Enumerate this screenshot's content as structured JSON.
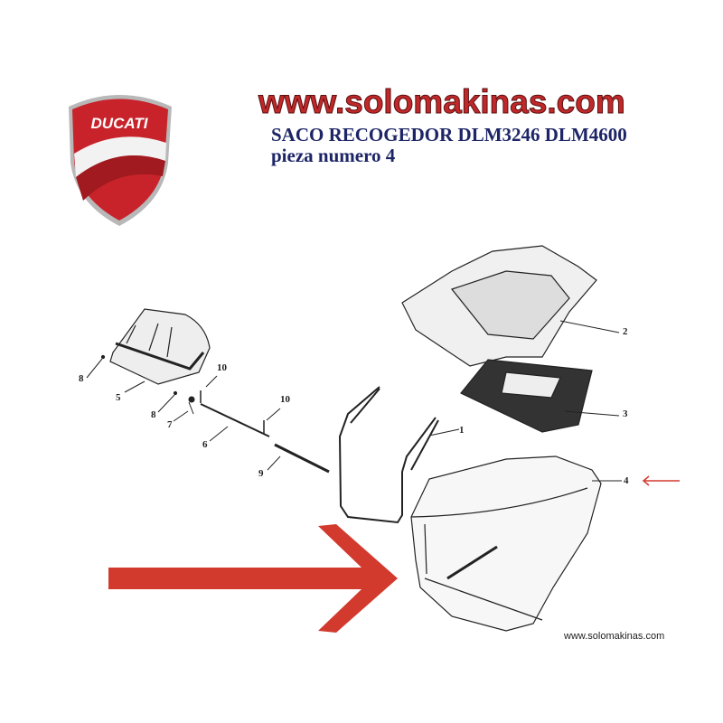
{
  "header": {
    "site_url": "www.solomakinas.com",
    "title_line1": "SACO RECOGEDOR DLM3246 DLM4600",
    "title_line2": "pieza numero 4"
  },
  "logo": {
    "brand": "DUCATI"
  },
  "diagram": {
    "labels": [
      "1",
      "2",
      "3",
      "4",
      "5",
      "6",
      "7",
      "8",
      "8",
      "9",
      "10",
      "10"
    ],
    "highlighted_part": "4"
  },
  "footer": {
    "url": "www.solomakinas.com"
  },
  "colors": {
    "title_red": "#c0282a",
    "subtitle_navy": "#1d2566",
    "arrow_red": "#d23a2e"
  }
}
